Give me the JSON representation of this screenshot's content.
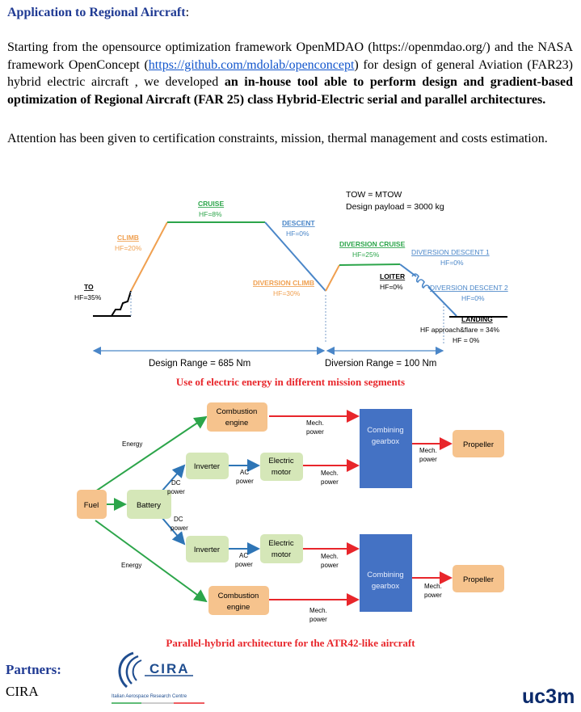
{
  "heading": {
    "title": "Application to Regional Aircraft",
    "colon": ":"
  },
  "intro": {
    "part1": "Starting from the opensource optimization framework OpenMDAO (https://openmdao.org/) and the NASA framework OpenConcept (",
    "link": "https://github.com/mdolab/openconcept",
    "part2": ") for design of general Aviation (FAR23) hybrid electric aircraft , we developed ",
    "bold": "an in-house tool able to perform design and gradient-based optimization of  Regional Aircraft (FAR 25) class Hybrid-Electric serial and parallel architectures.",
    "part3": "Attention has been given to certification constraints, mission, thermal management and costs estimation."
  },
  "mission": {
    "tow": "TOW = MTOW",
    "payload": "Design payload = 3000 kg",
    "to": {
      "label": "TO",
      "hf": "HF=35%"
    },
    "climb": {
      "label": "CLIMB",
      "hf": "HF=20%"
    },
    "cruise": {
      "label": "CRUISE",
      "hf": "HF=8%"
    },
    "descent": {
      "label": "DESCENT",
      "hf": "HF=0%"
    },
    "div_climb": {
      "label": "DIVERSION CLIMB",
      "hf": "HF=30%"
    },
    "div_cruise": {
      "label": "DIVERSION CRUISE",
      "hf": "HF=25%"
    },
    "div_descent1": {
      "label": "DIVERSION DESCENT 1",
      "hf": "HF=0%"
    },
    "loiter": {
      "label": "LOITER",
      "hf": "HF=0%"
    },
    "div_descent2": {
      "label": "DIVERSION DESCENT 2",
      "hf": "HF=0%"
    },
    "landing": {
      "label": "LANDING",
      "hf1": "HF approach&flare = 34%",
      "hf2": "HF = 0%"
    },
    "design_range": "Design Range = 685 Nm",
    "diversion_range": "Diversion Range = 100 Nm",
    "colors": {
      "orange": "#f0a050",
      "green": "#2ca54a",
      "blue": "#4a86c8"
    }
  },
  "caption1": "Use of electric energy in different mission segments",
  "arch": {
    "fuel": "Fuel",
    "battery": "Battery",
    "combustion1": [
      "Combustion",
      "engine"
    ],
    "combustion2": [
      "Combustion",
      "engine"
    ],
    "inverter1": "Inverter",
    "inverter2": "Inverter",
    "motor1": [
      "Electric",
      "motor"
    ],
    "motor2": [
      "Electric",
      "motor"
    ],
    "gearbox1": [
      "Combining",
      "gearbox"
    ],
    "gearbox2": [
      "Combining",
      "gearbox"
    ],
    "propeller1": "Propeller",
    "propeller2": "Propeller",
    "energy": "Energy",
    "dc_power": [
      "DC",
      "power"
    ],
    "ac_power": [
      "AC",
      "power"
    ],
    "mech_power": [
      "Mech.",
      "power"
    ],
    "colors": {
      "orange_box": "#f6c38d",
      "green_box": "#d5e7b8",
      "gearbox": "#4472c4",
      "green_arrow": "#2ca54a",
      "blue_arrow": "#2e75b6",
      "red_arrow": "#e8262b"
    }
  },
  "caption2": "Parallel-hybrid  architecture for the ATR42-like aircraft",
  "partners": {
    "title": "Partners:",
    "name": "CIRA"
  },
  "logos": {
    "cira_word": "CIRA",
    "cira_sub": "Italian Aerospace Research Centre",
    "uc3m": "uc3m"
  }
}
